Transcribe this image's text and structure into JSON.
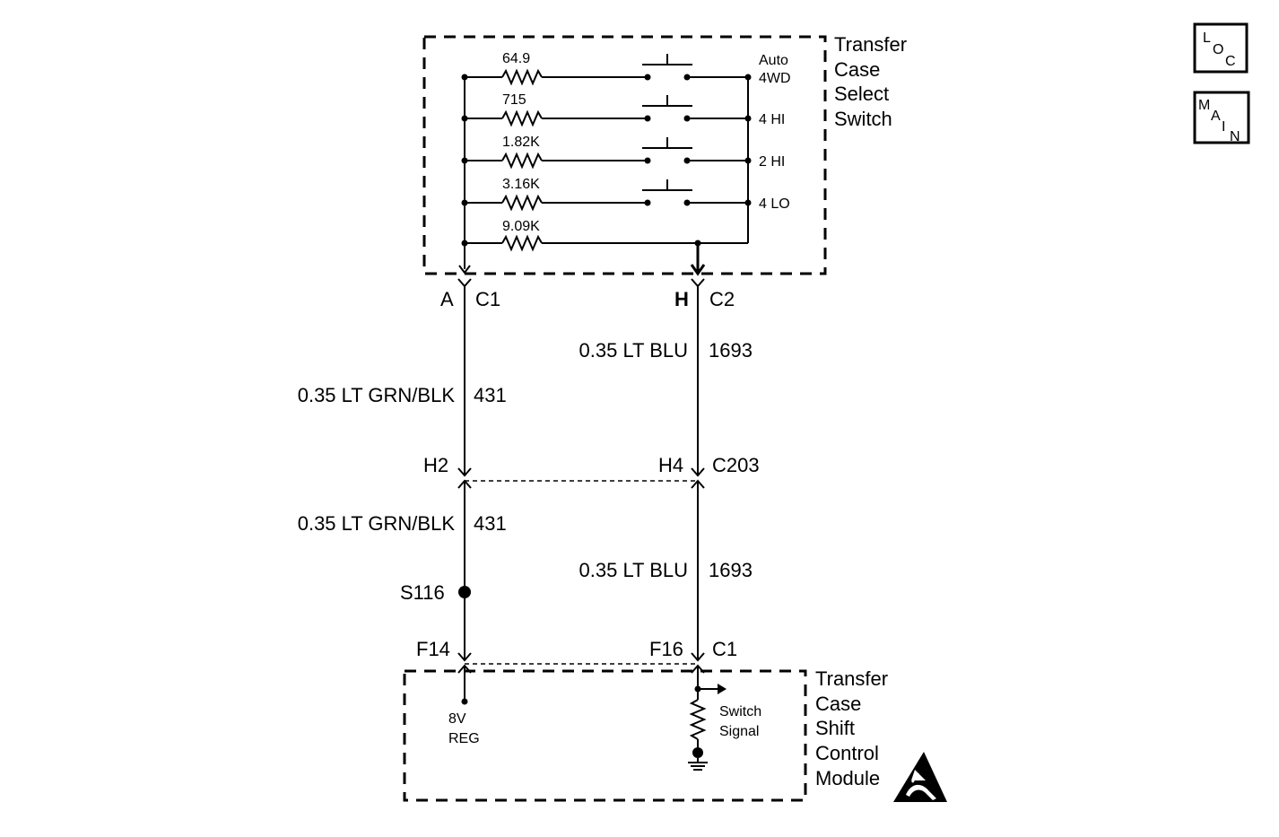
{
  "title": "",
  "colors": {
    "ink": "#000000",
    "background": "#ffffff"
  },
  "nav": {
    "loc": {
      "chars": [
        "L",
        "O",
        "C"
      ]
    },
    "main": {
      "chars": [
        "M",
        "A",
        "I",
        "N"
      ]
    }
  },
  "switch_box": {
    "title_lines": [
      "Transfer",
      "Case",
      "Select",
      "Switch"
    ],
    "resistors": [
      "64.9",
      "715",
      "1.82K",
      "3.16K",
      "9.09K"
    ],
    "positions": [
      "Auto",
      "4WD",
      "4 HI",
      "2 HI",
      "4 LO"
    ]
  },
  "connectors": {
    "left_top": {
      "pin": "A",
      "name": "C1"
    },
    "right_top": {
      "pin": "H",
      "name": "C2"
    },
    "left_mid": {
      "pin": "H2"
    },
    "right_mid": {
      "pin": "H4",
      "name": "C203"
    },
    "left_bottom": {
      "pin": "F14"
    },
    "right_bottom": {
      "pin": "F16",
      "name": "C1"
    }
  },
  "wires": {
    "left_upper": {
      "gauge_color": "0.35 LT GRN/BLK",
      "circuit": "431"
    },
    "left_lower": {
      "gauge_color": "0.35 LT GRN/BLK",
      "circuit": "431"
    },
    "right_upper": {
      "gauge_color": "0.35 LT BLU",
      "circuit": "1693"
    },
    "right_lower": {
      "gauge_color": "0.35 LT BLU",
      "circuit": "1693"
    }
  },
  "splice": {
    "name": "S116"
  },
  "module_box": {
    "title_lines": [
      "Transfer",
      "Case",
      "Shift",
      "Control",
      "Module"
    ],
    "reg_lines": [
      "8V",
      "REG"
    ],
    "signal_lines": [
      "Switch",
      "Signal"
    ],
    "esd_icon": "esd-warning-icon"
  }
}
